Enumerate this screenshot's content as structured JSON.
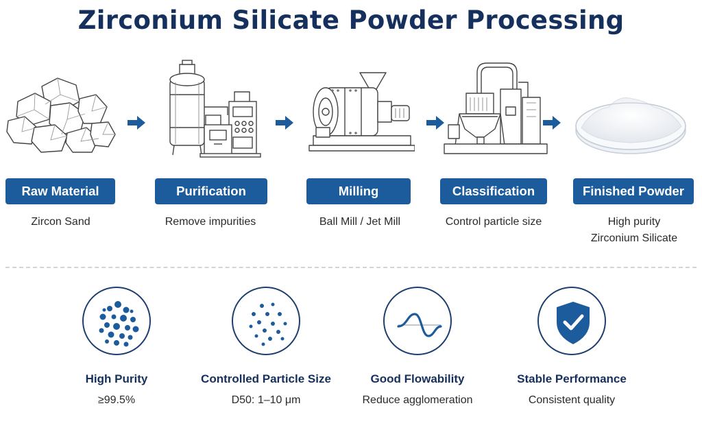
{
  "title": "Zirconium Silicate Powder Processing",
  "steps": [
    {
      "label": "Raw Material",
      "desc": "Zircon Sand",
      "icon": "zircon-sand-icon"
    },
    {
      "label": "Purification",
      "desc": "Remove impurities",
      "icon": "purification-tank-icon"
    },
    {
      "label": "Milling",
      "desc": "Ball Mill / Jet Mill",
      "icon": "ball-mill-icon"
    },
    {
      "label": "Classification",
      "desc": "Control particle size",
      "icon": "classifier-machine-icon"
    },
    {
      "label": "Finished Powder",
      "desc_line1": "High purity",
      "desc_line2": "Zirconium Silicate",
      "icon": "powder-dish-icon"
    }
  ],
  "features": [
    {
      "title": "High Purity",
      "desc": "≥99.5%",
      "icon": "dense-particles-icon"
    },
    {
      "title": "Controlled Particle Size",
      "desc": "D50: 1–10 μm",
      "icon": "sparse-particles-icon"
    },
    {
      "title": "Good Flowability",
      "desc": "Reduce agglomeration",
      "icon": "wave-icon"
    },
    {
      "title": "Stable Performance",
      "desc": "Consistent quality",
      "icon": "shield-check-icon"
    }
  ],
  "colors": {
    "title": "#15305c",
    "badge": "#1d5c9c",
    "accent": "#1d5c9c",
    "line": "#1d3f6e"
  }
}
